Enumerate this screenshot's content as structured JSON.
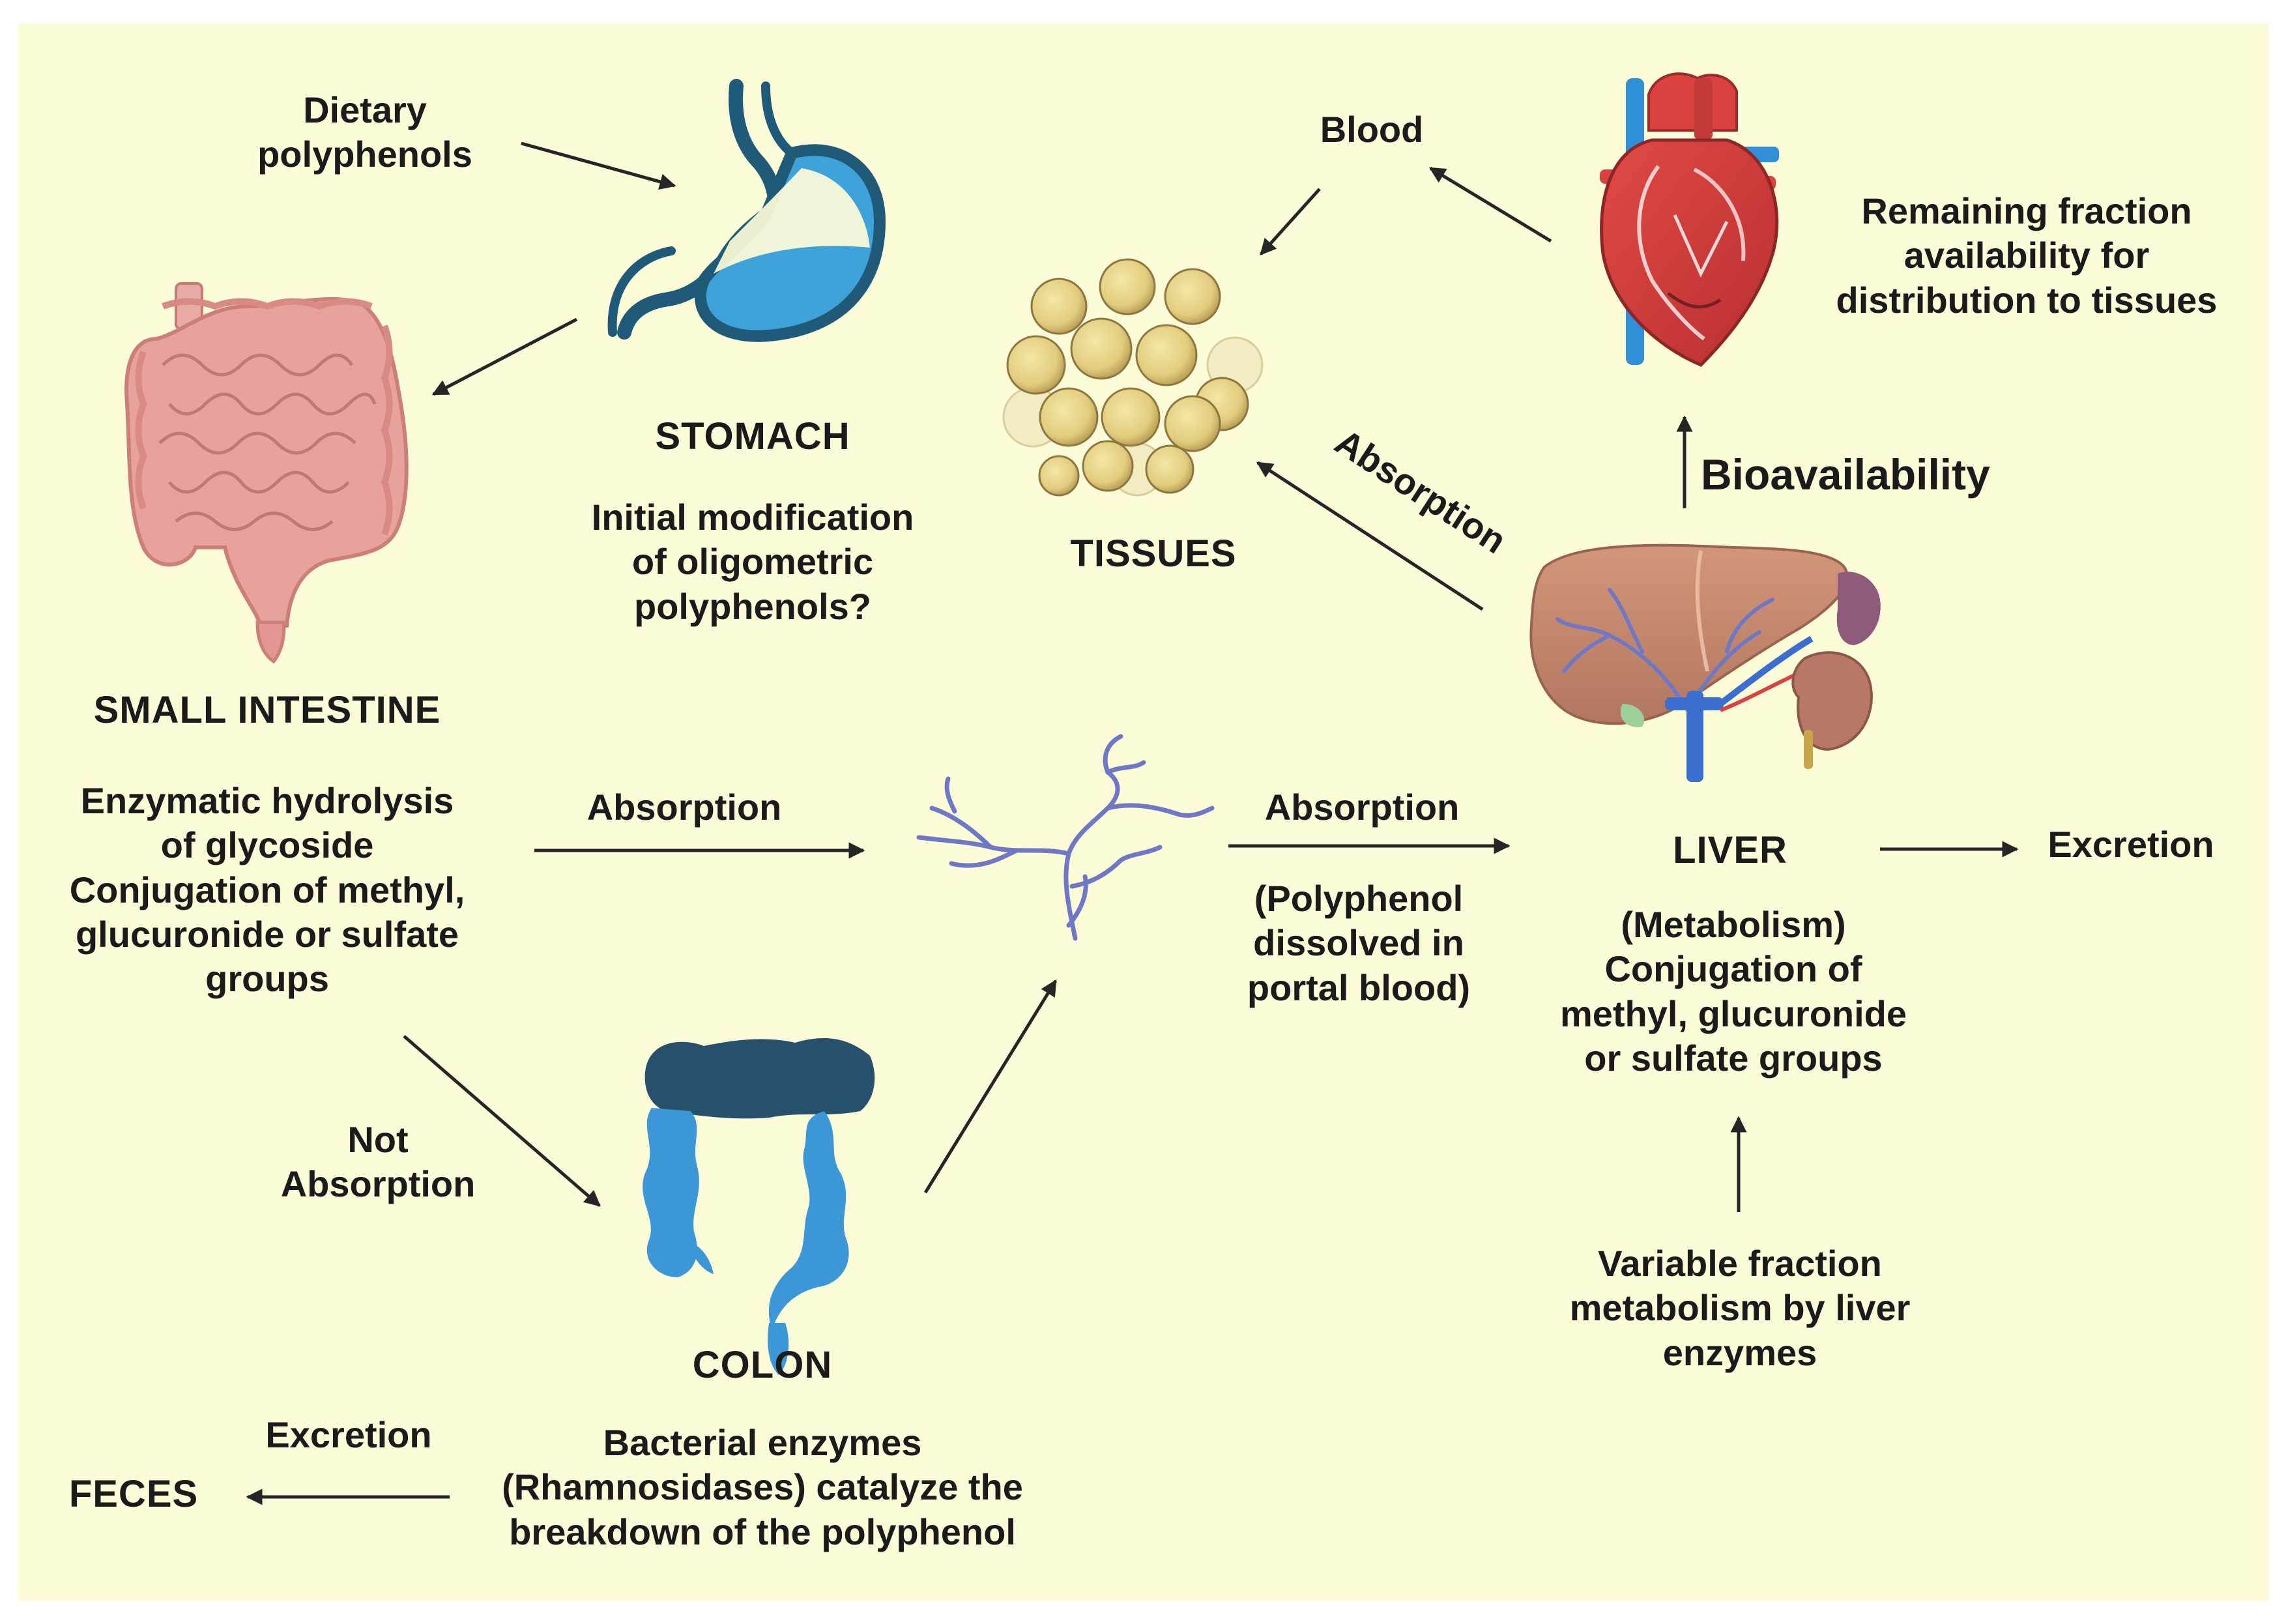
{
  "labels": {
    "dietary": "Dietary\npolyphenols",
    "stomach_title": "STOMACH",
    "stomach_desc": "Initial modification\nof oligometric\npolyphenols?",
    "small_intestine_title": "SMALL INTESTINE",
    "small_intestine_desc": "Enzymatic hydrolysis\nof glycoside\nConjugation of methyl,\nglucuronide or sulfate\ngroups",
    "absorption_1": "Absorption",
    "absorption_2": "Absorption",
    "portal_blood": "(Polyphenol\ndissolved in\nportal blood)",
    "not_absorption": "Not\nAbsorption",
    "colon_title": "COLON",
    "colon_desc": "Bacterial enzymes\n(Rhamnosidases) catalyze the\nbreakdown of the polyphenol",
    "excretion_feces": "Excretion",
    "feces": "FECES",
    "tissues": "TISSUES",
    "absorption_diag": "Absorption",
    "blood": "Blood",
    "remaining": "Remaining fraction\navailability for\ndistribution to tissues",
    "bioavailability": "Bioavailability",
    "liver_title": "LIVER",
    "liver_desc": "(Metabolism)\nConjugation of\nmethyl, glucuronide\nor sulfate groups",
    "excretion_liver": "Excretion",
    "variable": "Variable fraction\nmetabolism by liver\nenzymes"
  },
  "colors": {
    "background": "#fdfcd8",
    "text": "#1b1b1b",
    "arrow": "#262626",
    "stomach_outline": "#1f5b78",
    "stomach_fill": "#3fa2d8",
    "intestine": "#e59b96",
    "colon_light": "#3b97d5",
    "colon_dark": "#26506b",
    "vessel": "#6f78c4",
    "tissue_cell": "#e8d486",
    "liver": "#c98a6e",
    "kidney": "#b77867",
    "heart": "#d9423f",
    "aorta_blue": "#2f8fd8"
  },
  "icons": [
    "stomach-icon",
    "small-intestine-icon",
    "colon-icon",
    "blood-vessel-icon",
    "tissues-icon",
    "heart-icon",
    "liver-icon"
  ]
}
